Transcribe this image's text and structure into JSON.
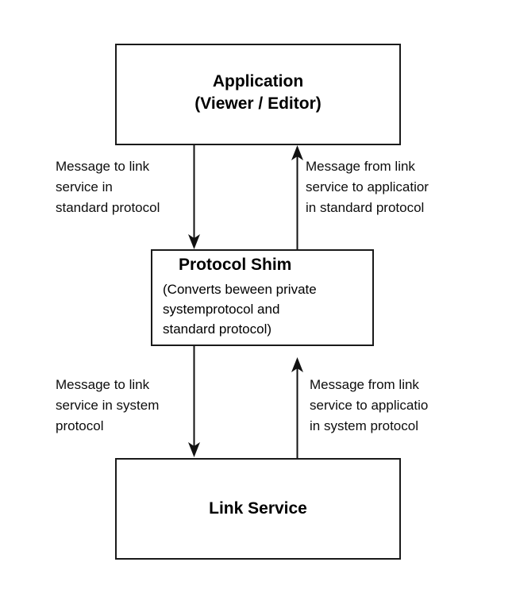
{
  "diagram": {
    "title": "Protocol Shim architecture diagram",
    "background_color": "#ffffff",
    "stroke_color": "#1a1a1a",
    "nodes": {
      "application": {
        "label_line1": "Application",
        "label_line2": "(Viewer / Editor)"
      },
      "protocol_shim": {
        "title": "Protocol Shim",
        "desc_line1": "(Converts  beween private",
        "desc_line2": "systemprotocol and",
        "desc_line3": "standard protocol)"
      },
      "link_service": {
        "label": "Link Service"
      }
    },
    "edges": {
      "app_to_shim": {
        "direction": "down",
        "label_line1": "Message to link",
        "label_line2": "service in",
        "label_line3": "standard protocol"
      },
      "shim_to_app": {
        "direction": "up",
        "label_line1": "Message from link",
        "label_line2": "service to applicatior",
        "label_line3": "in standard protocol"
      },
      "shim_to_link": {
        "direction": "down",
        "label_line1": "Message to link",
        "label_line2": "service in system",
        "label_line3": "protocol"
      },
      "link_to_shim": {
        "direction": "up",
        "label_line1": "Message from link",
        "label_line2": "service to applicatio",
        "label_line3": "in system protocol"
      }
    }
  }
}
